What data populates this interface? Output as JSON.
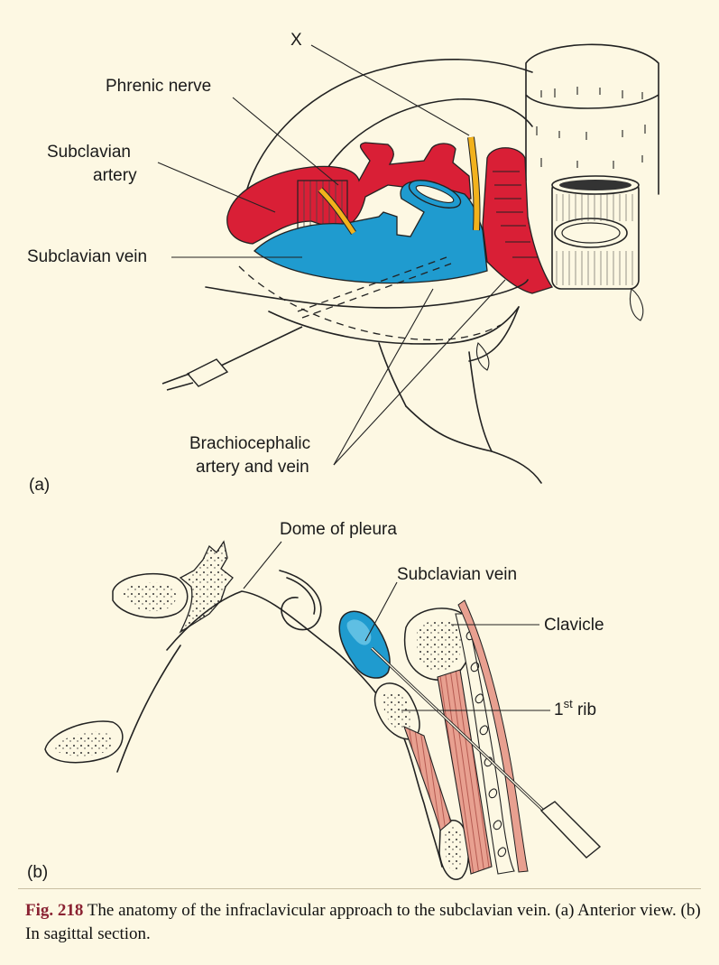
{
  "panel_a": {
    "panel_label": "(a)",
    "labels": {
      "x": "X",
      "phrenic_nerve": "Phrenic nerve",
      "subclavian_artery_line1": "Subclavian",
      "subclavian_artery_line2": "artery",
      "subclavian_vein": "Subclavian vein",
      "brachiocephalic_line1": "Brachiocephalic",
      "brachiocephalic_line2": "artery and vein"
    }
  },
  "panel_b": {
    "panel_label": "(b)",
    "labels": {
      "dome_of_pleura": "Dome of pleura",
      "subclavian_vein": "Subclavian vein",
      "clavicle": "Clavicle",
      "first_rib_base": "1",
      "first_rib_sup": "st",
      "first_rib_word": " rib"
    }
  },
  "caption": {
    "figure_number": "Fig. 218",
    "text": " The anatomy of the infraclavicular approach to the subclavian vein. (a) Anterior view. (b) In sagittal section."
  },
  "colors": {
    "artery": "#d91f36",
    "vein": "#1f9bcf",
    "nerve": "#f2b21c",
    "muscle": "#e8a090",
    "background": "#fdf8e3",
    "caption_accent": "#8a2232"
  }
}
